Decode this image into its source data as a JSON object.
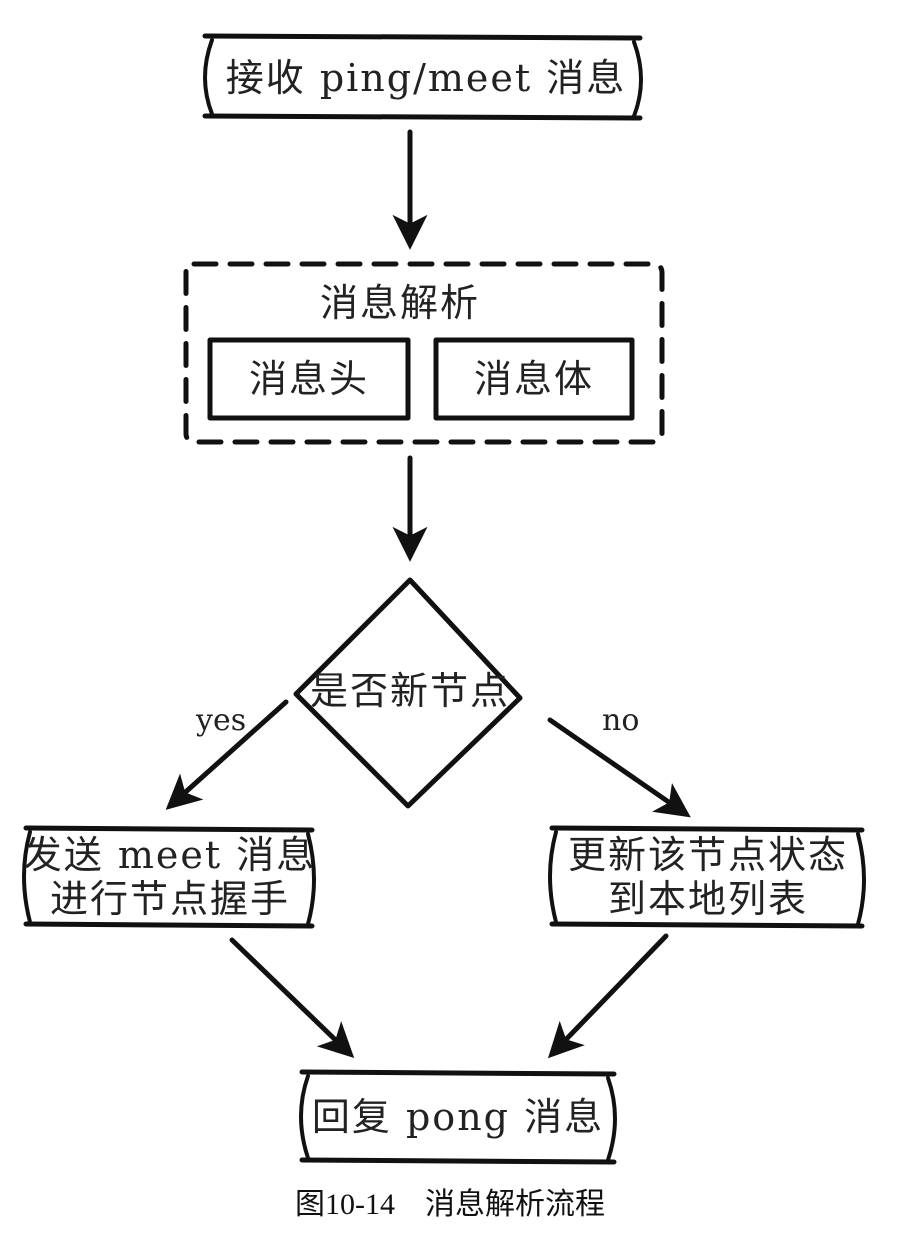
{
  "nodes": {
    "receive": "接收 ping/meet 消息",
    "parse_group": "消息解析",
    "header": "消息头",
    "body": "消息体",
    "decision": "是否新节点",
    "send_meet_line1": "发送 meet 消息",
    "send_meet_line2": "进行节点握手",
    "update_line1": "更新该节点状态",
    "update_line2": "到本地列表",
    "reply": "回复 pong 消息"
  },
  "edges": {
    "yes": "yes",
    "no": "no"
  },
  "caption": "图10-14　消息解析流程",
  "colors": {
    "stroke": "#111111",
    "text": "#222222",
    "background": "#ffffff"
  }
}
